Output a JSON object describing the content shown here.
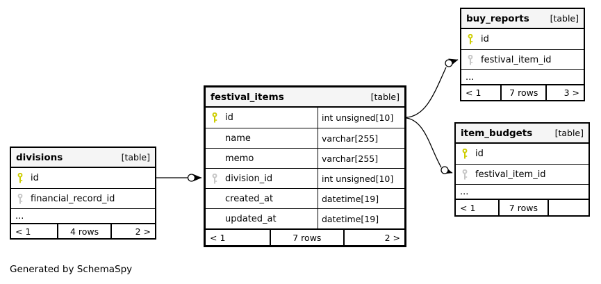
{
  "diagram": {
    "generator_note": "Generated by SchemaSpy"
  },
  "colors": {
    "primary_key": "#cdcd00",
    "foreign_key": "#c7c7c7",
    "header_bg": "#f5f5f5",
    "border": "#000000",
    "background": "#ffffff"
  },
  "tables": {
    "divisions": {
      "name": "divisions",
      "tag": "[table]",
      "columns": [
        {
          "name": "id",
          "key": "primary"
        },
        {
          "name": "financial_record_id",
          "key": "foreign"
        }
      ],
      "more_indicator": "...",
      "pager": {
        "prev": "< 1",
        "rows": "4 rows",
        "next": "2 >"
      }
    },
    "festival_items": {
      "name": "festival_items",
      "tag": "[table]",
      "columns": [
        {
          "name": "id",
          "type": "int unsigned[10]",
          "key": "primary"
        },
        {
          "name": "name",
          "type": "varchar[255]",
          "key": ""
        },
        {
          "name": "memo",
          "type": "varchar[255]",
          "key": ""
        },
        {
          "name": "division_id",
          "type": "int unsigned[10]",
          "key": "foreign"
        },
        {
          "name": "created_at",
          "type": "datetime[19]",
          "key": ""
        },
        {
          "name": "updated_at",
          "type": "datetime[19]",
          "key": ""
        }
      ],
      "pager": {
        "prev": "< 1",
        "rows": "7 rows",
        "next": "2 >"
      }
    },
    "buy_reports": {
      "name": "buy_reports",
      "tag": "[table]",
      "columns": [
        {
          "name": "id",
          "key": "primary"
        },
        {
          "name": "festival_item_id",
          "key": "foreign"
        }
      ],
      "more_indicator": "...",
      "pager": {
        "prev": "< 1",
        "rows": "7 rows",
        "next": "3 >"
      }
    },
    "item_budgets": {
      "name": "item_budgets",
      "tag": "[table]",
      "columns": [
        {
          "name": "id",
          "key": "primary"
        },
        {
          "name": "festival_item_id",
          "key": "foreign"
        }
      ],
      "more_indicator": "...",
      "pager": {
        "prev": "< 1",
        "rows": "7 rows",
        "next": ""
      }
    }
  },
  "relationships": [
    {
      "pk": "divisions.id",
      "fk": "festival_items.division_id"
    },
    {
      "pk": "festival_items.id",
      "fk": "buy_reports.festival_item_id"
    },
    {
      "pk": "festival_items.id",
      "fk": "item_budgets.festival_item_id"
    }
  ]
}
